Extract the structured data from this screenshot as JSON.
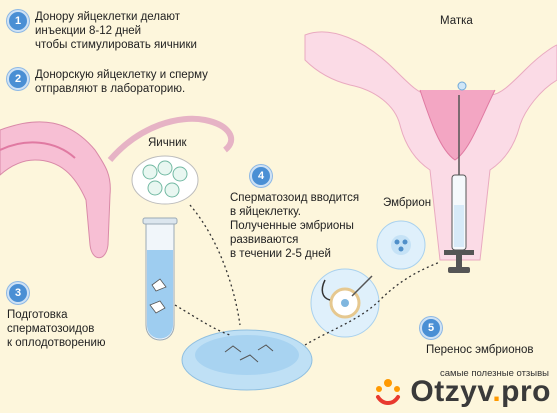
{
  "steps": [
    {
      "num": "1",
      "text": "Донору яйцеклетки делают\nинъекции 8-12 дней\nчтобы стимулировать яичники"
    },
    {
      "num": "2",
      "text": "Донорскую яйцеклетку и сперму\nотправляют в лабораторию."
    },
    {
      "num": "3",
      "text": "Подготовка\nсперматозоидов\nк оплодотворению"
    },
    {
      "num": "4",
      "text": "Сперматозоид вводится\nв яйцеклетку.\nПолученные эмбрионы\nразвиваются\nв течении 2-5 дней"
    },
    {
      "num": "5",
      "text": "Перенос эмбрионов"
    }
  ],
  "labels": {
    "ovary": "Яичник",
    "uterus": "Матка",
    "embryo": "Эмбрион"
  },
  "watermark": {
    "site_prefix": "Otzyv",
    "site_dot": ".",
    "site_suffix": "pro",
    "tagline": "самые полезные отзывы"
  },
  "colors": {
    "badge": "#4a8fd4",
    "uterus": "#f3a6c3",
    "background": "#fdf6dc",
    "dish": "#bfe0f5"
  }
}
